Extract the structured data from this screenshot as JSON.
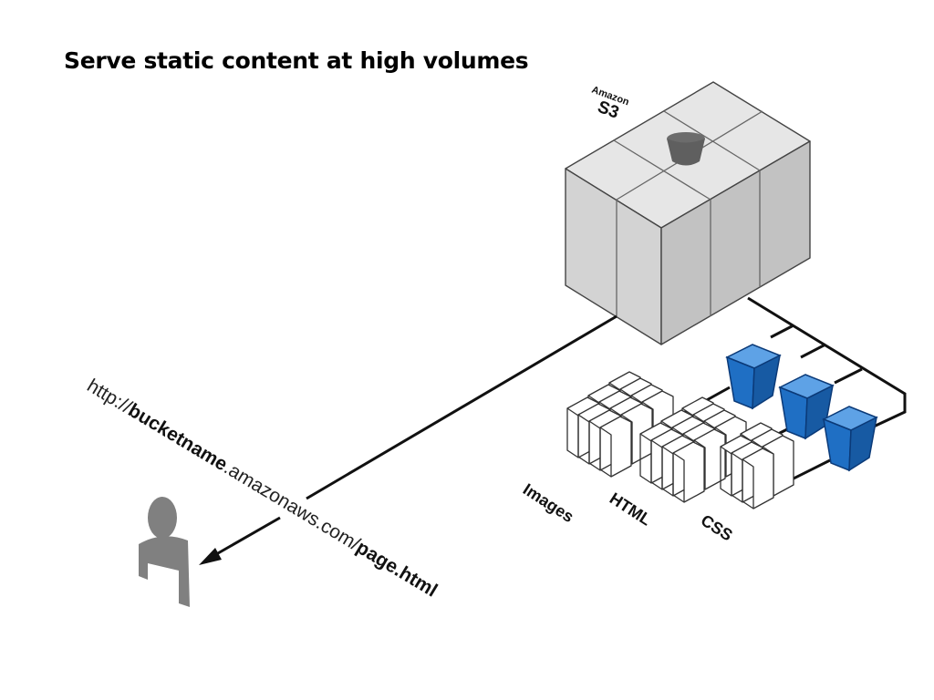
{
  "slide": {
    "title": "Serve static content at high volumes"
  },
  "s3": {
    "brand": "Amazon",
    "name": "S3"
  },
  "url": {
    "scheme": "http://",
    "bucket": "bucketname",
    "domain": ".amazonaws.com/",
    "page": "page.html"
  },
  "content_types": [
    "Images",
    "HTML",
    "CSS"
  ],
  "colors": {
    "bucket_blue": "#1f6fc4",
    "server_gray": "#d8d8d8",
    "user_gray": "#808080"
  },
  "icons": [
    "s3-bucket-icon",
    "user-icon",
    "document-icon",
    "blue-bucket-icon"
  ]
}
